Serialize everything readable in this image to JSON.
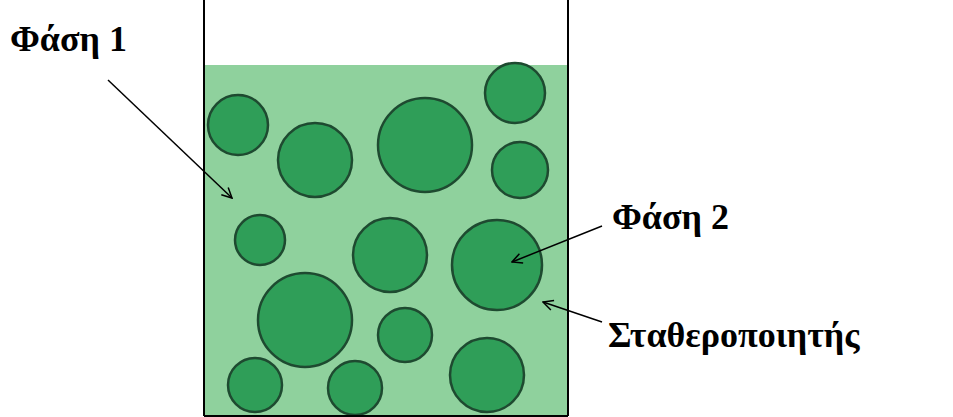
{
  "diagram": {
    "labels": [
      "Φάση 1",
      "Φάση 2",
      "Σταθεροποιητής"
    ]
  }
}
